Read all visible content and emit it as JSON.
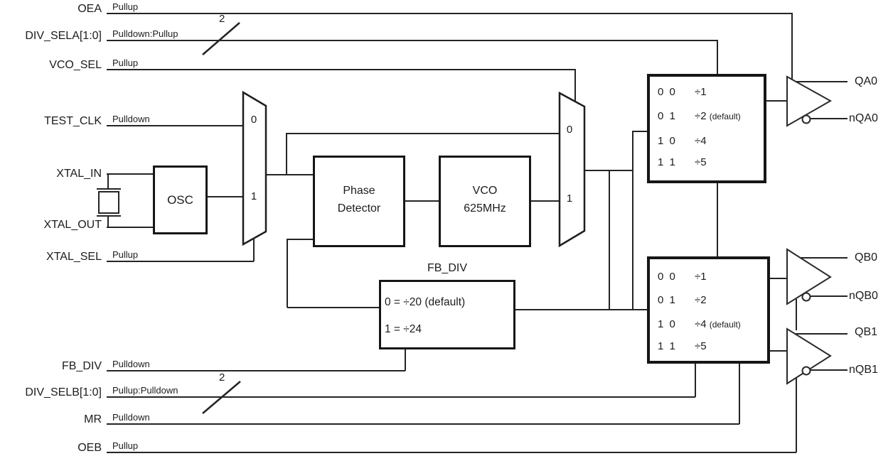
{
  "colors": {
    "line": "#242424",
    "text": "#1c1c1c",
    "background": "#ffffff",
    "block_border": "#161616"
  },
  "pins": [
    {
      "label": "OEA",
      "annotation": "Pullup"
    },
    {
      "label": "DIV_SELA[1:0]",
      "annotation": "Pulldown:Pullup",
      "bus_width": "2"
    },
    {
      "label": "VCO_SEL",
      "annotation": "Pullup"
    },
    {
      "label": "TEST_CLK",
      "annotation": "Pulldown"
    },
    {
      "label": "XTAL_IN",
      "annotation": ""
    },
    {
      "label": "XTAL_OUT",
      "annotation": ""
    },
    {
      "label": "XTAL_SEL",
      "annotation": "Pullup"
    },
    {
      "label": "FB_DIV",
      "annotation": "Pulldown"
    },
    {
      "label": "DIV_SELB[1:0]",
      "annotation": "Pullup:Pulldown",
      "bus_width": "2"
    },
    {
      "label": "MR",
      "annotation": "Pulldown"
    },
    {
      "label": "OEB",
      "annotation": "Pullup"
    }
  ],
  "muxes": {
    "xtal_mux": {
      "in0": "0",
      "in1": "1"
    },
    "vco_mux": {
      "in0": "0",
      "in1": "1"
    }
  },
  "blocks": {
    "osc": {
      "label": "OSC"
    },
    "phase_detector": {
      "lines": [
        "Phase",
        "Detector"
      ]
    },
    "vco": {
      "lines": [
        "VCO",
        "625MHz"
      ]
    },
    "fb_div": {
      "title": "FB_DIV",
      "rows": [
        "0 = ÷20 (default)",
        "1 = ÷24"
      ]
    }
  },
  "divider_a": {
    "rows": [
      {
        "code": "0 0",
        "value": "÷1",
        "suffix": ""
      },
      {
        "code": "0 1",
        "value": "÷2",
        "suffix": "(default)"
      },
      {
        "code": "1 0",
        "value": "÷4",
        "suffix": ""
      },
      {
        "code": "1 1",
        "value": "÷5",
        "suffix": ""
      }
    ]
  },
  "divider_b": {
    "rows": [
      {
        "code": "0 0",
        "value": "÷1",
        "suffix": ""
      },
      {
        "code": "0 1",
        "value": "÷2",
        "suffix": ""
      },
      {
        "code": "1 0",
        "value": "÷4",
        "suffix": "(default)"
      },
      {
        "code": "1 1",
        "value": "÷5",
        "suffix": ""
      }
    ]
  },
  "outputs": [
    {
      "label": "QA0"
    },
    {
      "label": "nQA0"
    },
    {
      "label": "QB0"
    },
    {
      "label": "nQB0"
    },
    {
      "label": "QB1"
    },
    {
      "label": "nQB1"
    }
  ]
}
